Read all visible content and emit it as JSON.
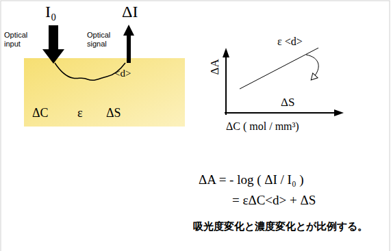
{
  "diagram": {
    "nodes": [
      {
        "text": [
          "<d>",
          "ΔC",
          "ε",
          "ΔS"
        ]
      }
    ],
    "labels": [
      "I₀",
      "Optical input",
      "ΔI",
      "Optical signal",
      "ΔA",
      "ε <d>",
      "ΔS",
      "ΔC ( mol / mm³)",
      "ΔA = - log ( ΔI / I₀ )",
      "= εΔC<d> + ΔS",
      "吸光度変化と濃度変化とが比例する。"
    ]
  }
}
